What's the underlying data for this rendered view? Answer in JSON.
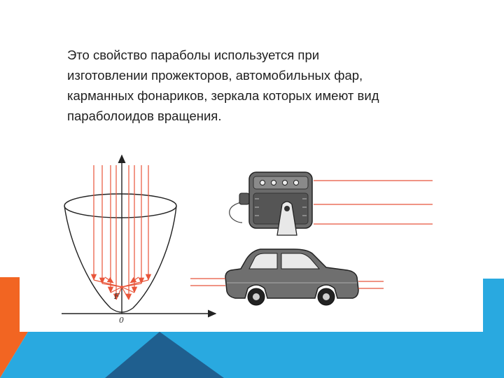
{
  "slide": {
    "text_lines": [
      "Это свойство параболы используется при",
      "изготовлении прожекторов, автомобильных фар,",
      "карманных фонариков, зеркала которых имеют вид",
      "параболоидов вращения."
    ],
    "accent_colors": {
      "orange": "#f26522",
      "cyan": "#29a9e0",
      "dark_blue": "#1f5f8f",
      "ray_red": "#e8553a"
    }
  },
  "figure": {
    "focus_label": "F",
    "origin_label": "0"
  }
}
